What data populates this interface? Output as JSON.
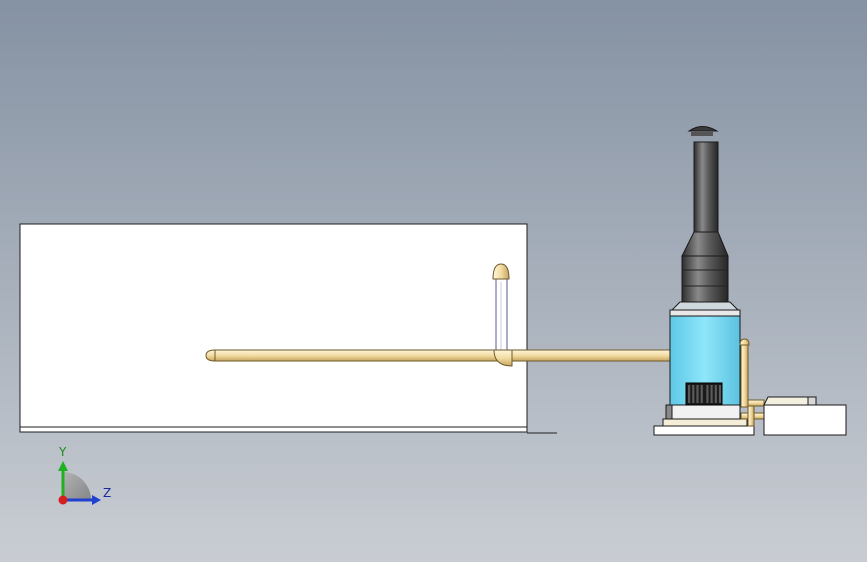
{
  "colors": {
    "background_top": "#8592a3",
    "background_bottom": "#c9cdd3",
    "tank_fill": "#ffffff",
    "pipe_fill": "#f3dca2",
    "pipe_edge": "#6e5a2c",
    "housing_fill": "#7fdcf2",
    "chimney_dark": "#3f3f3f",
    "axis_x": "#d42020",
    "axis_y": "#20b020",
    "axis_z": "#2040d0"
  },
  "scene": {
    "components": [
      "tank",
      "main-pipe",
      "riser-pipe",
      "chimney",
      "incinerator-housing",
      "vent-grille",
      "side-pipe",
      "auxiliary-box"
    ]
  },
  "triad": {
    "y_label": "Y",
    "z_label": "Z"
  }
}
